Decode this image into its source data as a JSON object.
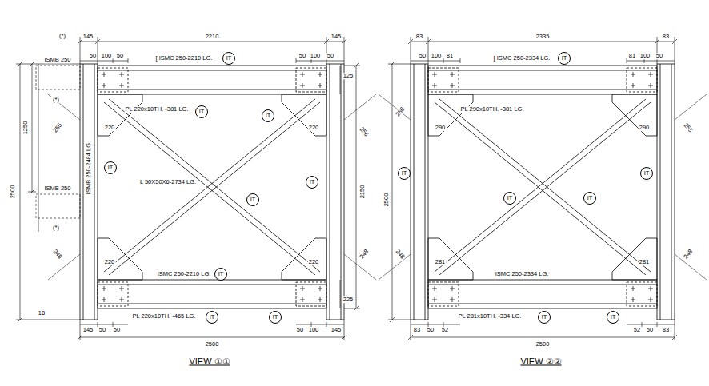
{
  "diagram": {
    "nodes": [
      {
        "text": [
          "IT"
        ]
      },
      {
        "text": [
          "IT"
        ]
      },
      {
        "text": [
          "IT"
        ]
      },
      {
        "text": [
          "IT"
        ]
      },
      {
        "text": [
          "IT"
        ]
      },
      {
        "text": [
          "IT"
        ]
      },
      {
        "text": [
          "IT"
        ]
      },
      {
        "text": [
          "IT"
        ]
      },
      {
        "text": [
          "IT"
        ]
      },
      {
        "text": [
          "IT"
        ]
      },
      {
        "text": [
          "IT"
        ]
      },
      {
        "text": [
          "IT"
        ]
      },
      {
        "text": [
          "IT"
        ]
      },
      {
        "text": [
          "IT"
        ]
      },
      {
        "text": [
          "IT"
        ]
      },
      {
        "text": [
          "IT"
        ]
      }
    ],
    "labels": [
      "(*)",
      "145",
      "2210",
      "145",
      "50",
      "100",
      "50",
      "50",
      "100",
      "50",
      "[ ISMC 250-2210 LG.",
      "ISMB 250",
      "125",
      "(*)",
      "PL 220x10TH. -381 LG.",
      "220",
      "220",
      "255",
      "256",
      "1250",
      "2500",
      "ISMB 250-2484 LG.",
      "L 50X50X6-2734 LG.",
      "2150",
      "ISMB 250",
      "(*)",
      "248",
      "248",
      "220",
      "220",
      "ISMC 250-2210 LG.",
      "225",
      "16",
      "PL 220x10TH. -465 LG.",
      "145",
      "50",
      "50",
      "50",
      "100",
      "145",
      "2500",
      "VIEW ①①",
      "83",
      "2335",
      "83",
      "50",
      "100",
      "81",
      "81",
      "100",
      "50",
      "[ ISMC 250-2334 LG.",
      "PL 290x10TH. -381 LG.",
      "290",
      "290",
      "256",
      "255",
      "2500",
      "248",
      "248",
      "281",
      "281",
      "ISMC 250-2334 LG.",
      "PL 281x10TH. -334 LG.",
      "83",
      "50",
      "52",
      "52",
      "50",
      "83",
      "2500",
      "VIEW ②②"
    ]
  }
}
